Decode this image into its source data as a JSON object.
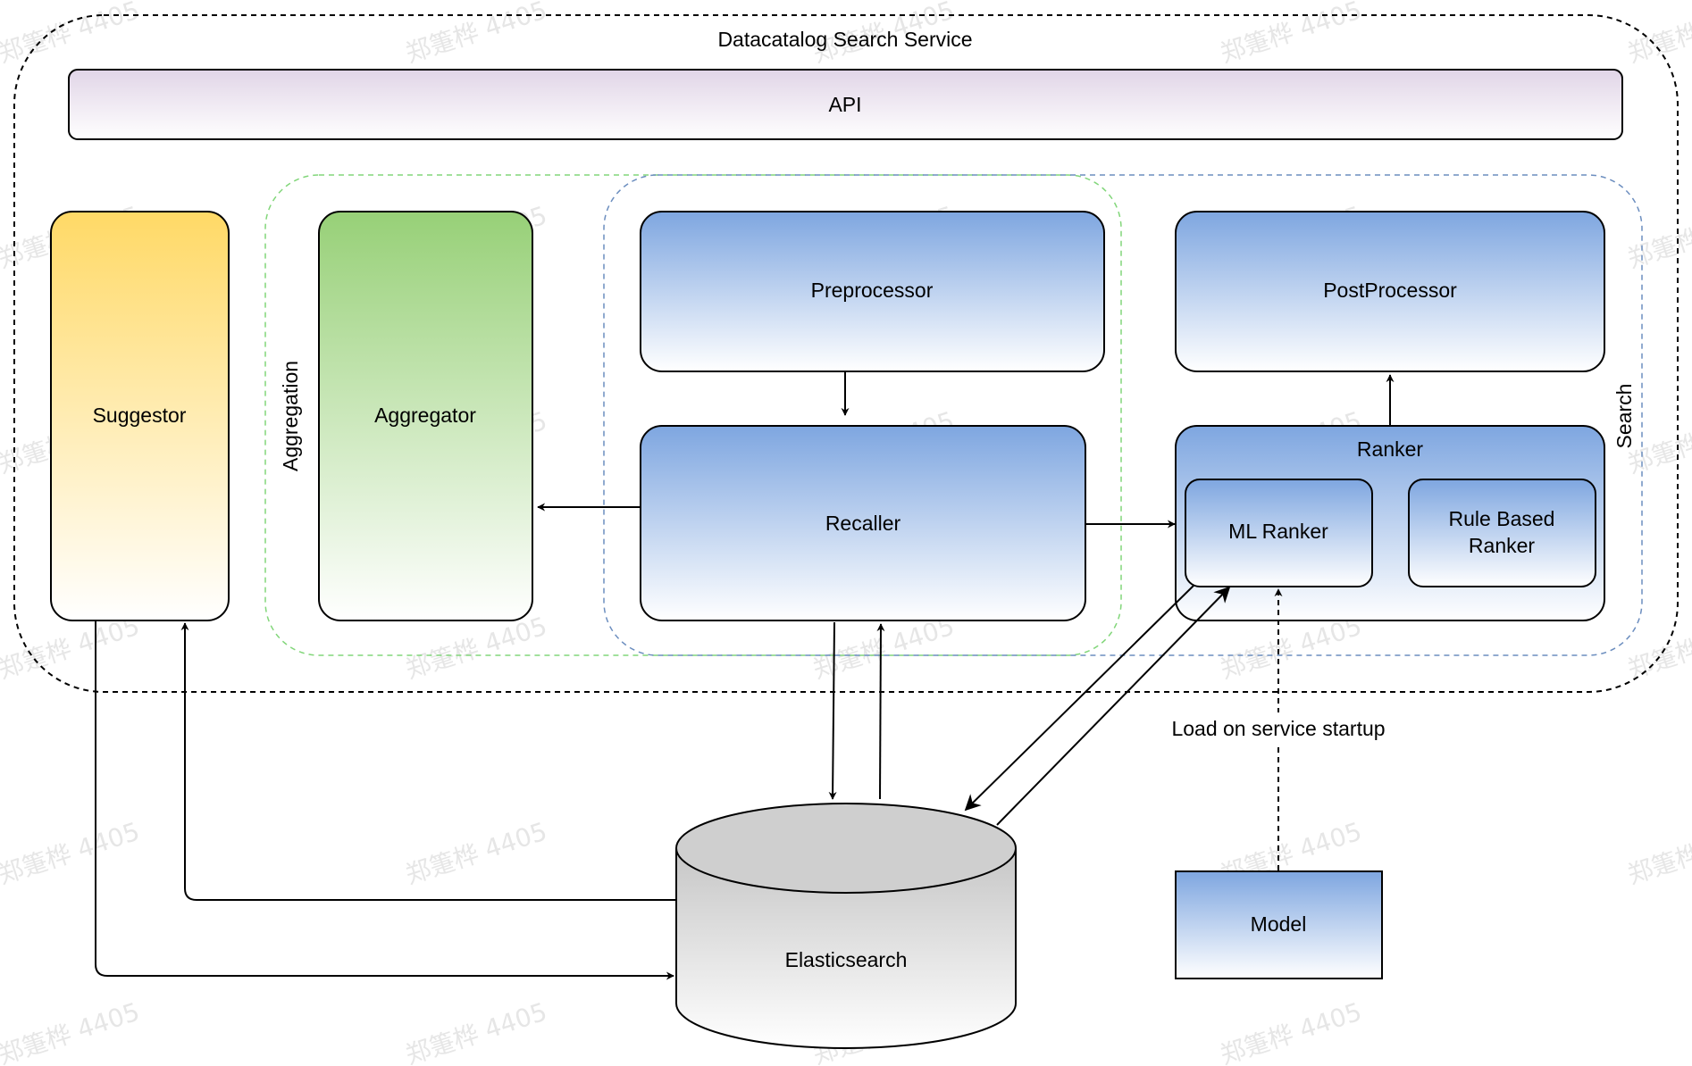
{
  "service": {
    "title": "Datacatalog Search Service"
  },
  "api": {
    "label": "API"
  },
  "groups": {
    "aggregation": "Aggregation",
    "search": "Search"
  },
  "components": {
    "suggestor": "Suggestor",
    "aggregator": "Aggregator",
    "preprocessor": "Preprocessor",
    "recaller": "Recaller",
    "postprocessor": "PostProcessor",
    "ranker": "Ranker",
    "ml_ranker": "ML Ranker",
    "rule_ranker_line1": "Rule Based",
    "rule_ranker_line2": "Ranker",
    "elasticsearch": "Elasticsearch",
    "model": "Model"
  },
  "edges": {
    "model_load": "Load on service startup"
  },
  "watermark": "郑箑桦 4405",
  "colors": {
    "blue": "#7ea6e0",
    "green": "#97d077",
    "yellow": "#ffd966",
    "api": "#e1d5e7",
    "cylinder": "#c6c6c6",
    "aggregation_border": "#82d67a",
    "search_border": "#6c8ebf"
  }
}
